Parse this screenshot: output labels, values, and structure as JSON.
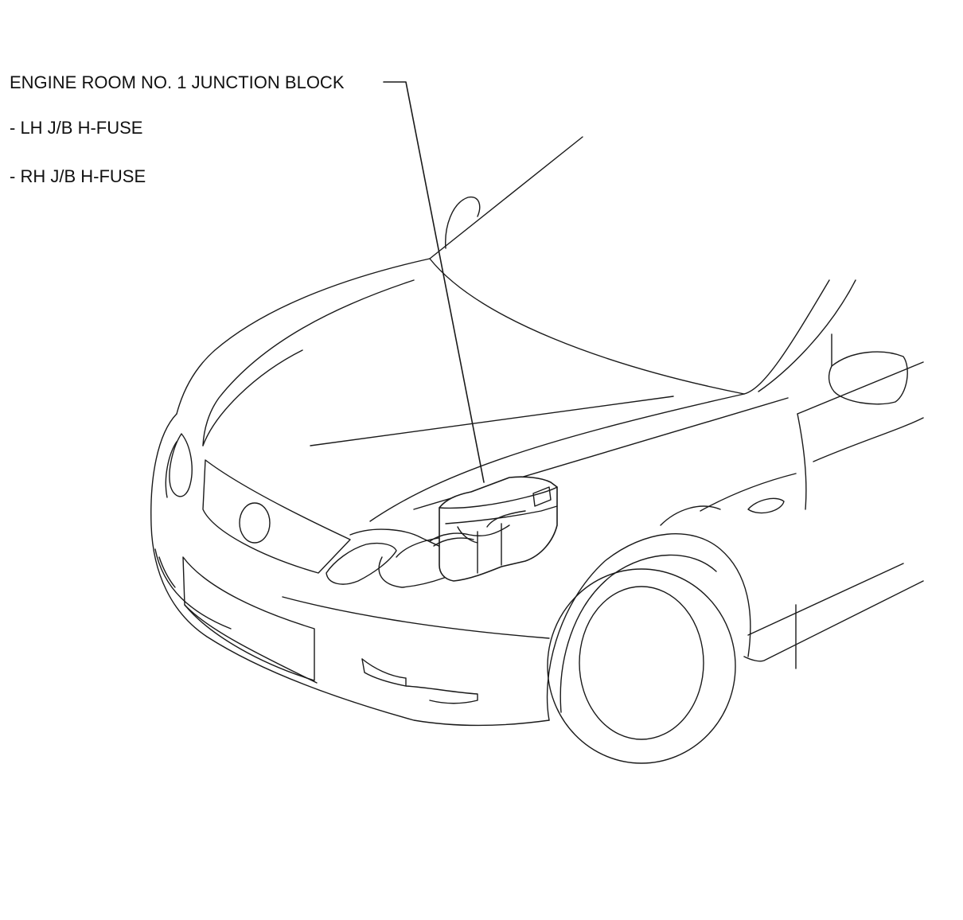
{
  "callout": {
    "component": "ENGINE ROOM NO. 1 JUNCTION BLOCK",
    "sub_items": [
      "- LH J/B H-FUSE",
      "- RH J/B H-FUSE"
    ]
  },
  "colors": {
    "line": "#1a1a1a",
    "text": "#111111",
    "background": "#ffffff"
  },
  "icons": {
    "vehicle": "car-front-illustration",
    "component": "junction-block-illustration"
  }
}
